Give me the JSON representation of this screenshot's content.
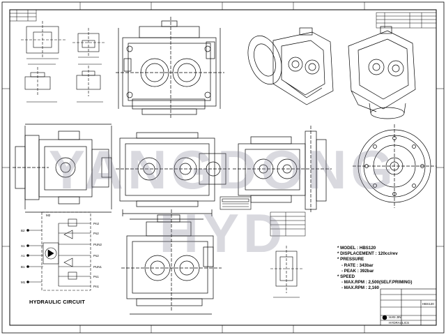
{
  "drawing": {
    "watermark": "YANGDONG HYD",
    "circuit_title": "HYDRAULIC CIRCUIT",
    "port_labels_right": [
      "Pn2",
      "Ps2",
      "PUN2",
      "Ps2",
      "PUN1",
      "Ps1",
      "Pn1"
    ],
    "port_labels_left": [
      "M2",
      "B2",
      "S1",
      "A1",
      "B1",
      "M1"
    ],
    "specs": {
      "model": "* MODEL : HBS120",
      "displacement": "* DISPLACEMENT : 120cc/rev",
      "pressure": "* PRESSURE",
      "rate": "- RATE : 343bar",
      "peak": "- PEAK : 392bar",
      "speed": "* SPEED",
      "max_self_priming": "- MAX.RPM : 2,500(SELF.PRIMING)",
      "max_rpm": "- MAX.RPM : 2,160"
    },
    "title_block": {
      "drawing_no": "HBS120",
      "company": "HAN JIN",
      "sub": "HYDRAULICS"
    },
    "colors": {
      "line": "#000000",
      "paper": "#ffffff",
      "watermark": "#78788c"
    }
  }
}
